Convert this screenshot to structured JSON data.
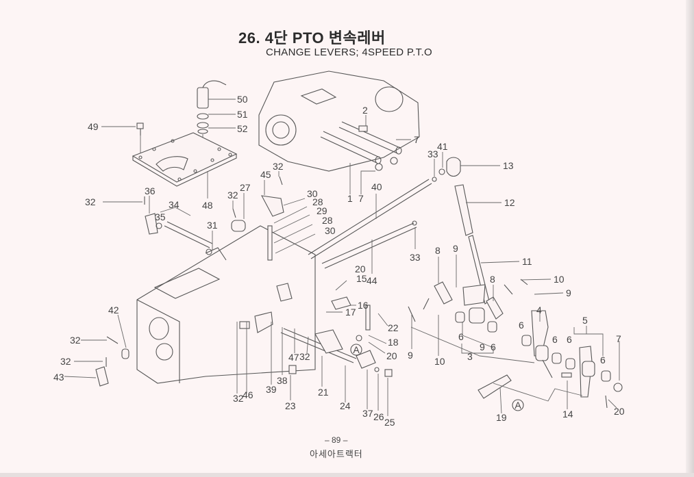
{
  "header": {
    "title": "26.  4단 PTO 변속레버",
    "subtitle": "CHANGE LEVERS; 4SPEED P.T.O"
  },
  "footer": {
    "page_number": "– 89 –",
    "publisher": "아세아트랙터"
  },
  "callouts": [
    {
      "id": "c50",
      "label": "50"
    },
    {
      "id": "c51",
      "label": "51"
    },
    {
      "id": "c52",
      "label": "52"
    },
    {
      "id": "c49",
      "label": "49"
    },
    {
      "id": "c48",
      "label": "48"
    },
    {
      "id": "c32a",
      "label": "32"
    },
    {
      "id": "c36",
      "label": "36"
    },
    {
      "id": "c34",
      "label": "34"
    },
    {
      "id": "c35",
      "label": "35"
    },
    {
      "id": "c31",
      "label": "31"
    },
    {
      "id": "c32b",
      "label": "32"
    },
    {
      "id": "c27",
      "label": "27"
    },
    {
      "id": "c45",
      "label": "45"
    },
    {
      "id": "c32c",
      "label": "32"
    },
    {
      "id": "c30a",
      "label": "30"
    },
    {
      "id": "c28a",
      "label": "28"
    },
    {
      "id": "c29",
      "label": "29"
    },
    {
      "id": "c28b",
      "label": "28"
    },
    {
      "id": "c30b",
      "label": "30"
    },
    {
      "id": "c2",
      "label": "2"
    },
    {
      "id": "c7a",
      "label": "7"
    },
    {
      "id": "c1",
      "label": "1"
    },
    {
      "id": "c7b",
      "label": "7"
    },
    {
      "id": "c40",
      "label": "40"
    },
    {
      "id": "c33a",
      "label": "33"
    },
    {
      "id": "c41",
      "label": "41"
    },
    {
      "id": "c13",
      "label": "13"
    },
    {
      "id": "c12",
      "label": "12"
    },
    {
      "id": "c33b",
      "label": "33"
    },
    {
      "id": "c44",
      "label": "44"
    },
    {
      "id": "c20a",
      "label": "20"
    },
    {
      "id": "c15",
      "label": "15"
    },
    {
      "id": "c8a",
      "label": "8"
    },
    {
      "id": "c9a",
      "label": "9"
    },
    {
      "id": "c11",
      "label": "11"
    },
    {
      "id": "c10a",
      "label": "10"
    },
    {
      "id": "c8b",
      "label": "8"
    },
    {
      "id": "c9b",
      "label": "9"
    },
    {
      "id": "c16",
      "label": "16"
    },
    {
      "id": "c17",
      "label": "17"
    },
    {
      "id": "c22",
      "label": "22"
    },
    {
      "id": "c18",
      "label": "18"
    },
    {
      "id": "c20b",
      "label": "20"
    },
    {
      "id": "c9c",
      "label": "9"
    },
    {
      "id": "c10b",
      "label": "10"
    },
    {
      "id": "c6a",
      "label": "6"
    },
    {
      "id": "c3",
      "label": "3"
    },
    {
      "id": "c9d",
      "label": "9"
    },
    {
      "id": "c6b",
      "label": "6"
    },
    {
      "id": "c4",
      "label": "4"
    },
    {
      "id": "c6c",
      "label": "6"
    },
    {
      "id": "c6d",
      "label": "6"
    },
    {
      "id": "c5",
      "label": "5"
    },
    {
      "id": "c6e",
      "label": "6"
    },
    {
      "id": "c6f",
      "label": "6"
    },
    {
      "id": "c7c",
      "label": "7"
    },
    {
      "id": "c42",
      "label": "42"
    },
    {
      "id": "c32d",
      "label": "32"
    },
    {
      "id": "c32e",
      "label": "32"
    },
    {
      "id": "c43",
      "label": "43"
    },
    {
      "id": "c47",
      "label": "47"
    },
    {
      "id": "c32f",
      "label": "32"
    },
    {
      "id": "c38",
      "label": "38"
    },
    {
      "id": "c39",
      "label": "39"
    },
    {
      "id": "c32g",
      "label": "32"
    },
    {
      "id": "c46",
      "label": "46"
    },
    {
      "id": "c23",
      "label": "23"
    },
    {
      "id": "c21",
      "label": "21"
    },
    {
      "id": "c24",
      "label": "24"
    },
    {
      "id": "c37",
      "label": "37"
    },
    {
      "id": "c26",
      "label": "26"
    },
    {
      "id": "c25",
      "label": "25"
    },
    {
      "id": "c19",
      "label": "19"
    },
    {
      "id": "c14",
      "label": "14"
    },
    {
      "id": "c20c",
      "label": "20"
    }
  ],
  "reference_marks": [
    {
      "id": "ra1",
      "label": "A"
    },
    {
      "id": "ra2",
      "label": "A"
    }
  ]
}
